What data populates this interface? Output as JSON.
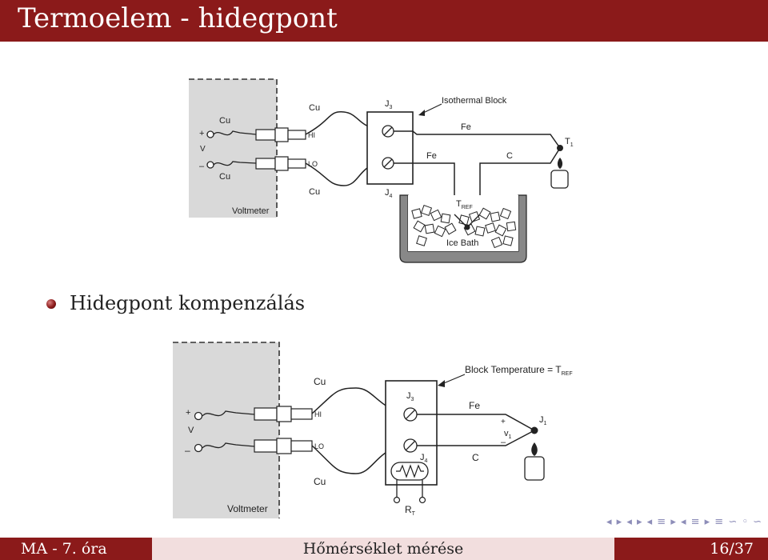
{
  "slide": {
    "title": "Termoelem - hidegpont",
    "bullet": "Hidegpont kompenzálás"
  },
  "diagram1": {
    "voltmeter": "Voltmeter",
    "cu_top": "Cu",
    "cu_bottom": "Cu",
    "plus": "+",
    "minus": "–",
    "v": "V",
    "hi": "HI",
    "lo": "LO",
    "wire_cu_top": "Cu",
    "wire_cu_bottom": "Cu",
    "j3": "J",
    "j3_sub": "3",
    "j4": "J",
    "j4_sub": "4",
    "isothermal": "Isothermal Block",
    "fe_top": "Fe",
    "fe_mid": "Fe",
    "c": "C",
    "t1": "T",
    "t1_sub": "1",
    "tref": "T",
    "tref_sub": "REF",
    "icebath": "Ice Bath"
  },
  "diagram2": {
    "voltmeter": "Voltmeter",
    "plus": "+",
    "minus": "–",
    "v": "V",
    "hi": "HI",
    "lo": "LO",
    "cu_top": "Cu",
    "cu_bottom": "Cu",
    "block_temp": "Block Temperature = T",
    "block_temp_sub": "REF",
    "j3": "J",
    "j3_sub": "3",
    "j4": "J",
    "j4_sub": "4",
    "fe": "Fe",
    "c": "C",
    "j1": "J",
    "j1_sub": "1",
    "v1": "v",
    "v1_sub": "1",
    "v1_plus": "+",
    "v1_minus": "–",
    "rt": "R",
    "rt_sub": "T"
  },
  "nav": {
    "symbols": "◂ ▸ ◂ ▸ ◂ ≡ ▸ ◂ ≡ ▸ ≡ ∽ ◦ ∽ ◦"
  },
  "footer": {
    "left": "MA - 7. óra",
    "center": "Hőmérséklet mérése",
    "right": "16/37"
  }
}
